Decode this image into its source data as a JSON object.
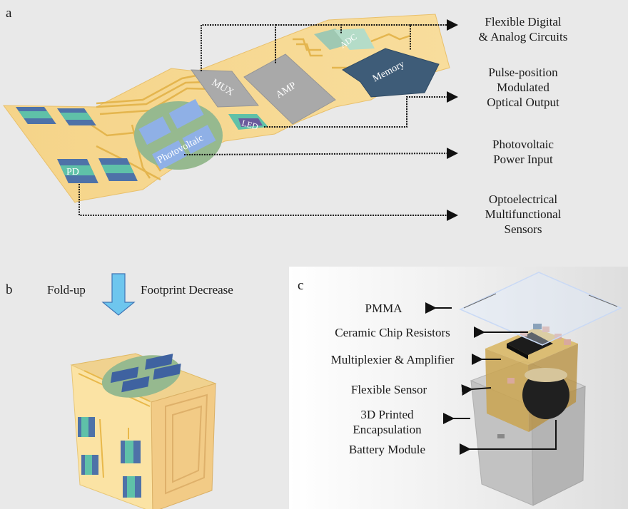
{
  "figure": {
    "panel_a": {
      "letter": "a",
      "chips": {
        "mux": "MUX",
        "amp": "AMP",
        "adc": "ADC",
        "memory": "Memory",
        "led": "LED",
        "photovoltaic": "Photovoltaic",
        "pd": "PD"
      },
      "callouts": [
        {
          "lines": [
            "Flexible Digital",
            "& Analog Circuits"
          ]
        },
        {
          "lines": [
            "Pulse-position",
            "Modulated",
            "Optical Output"
          ]
        },
        {
          "lines": [
            "Photovoltaic",
            "Power Input"
          ]
        },
        {
          "lines": [
            "Optoelectrical",
            "Multifunctional",
            "Sensors"
          ]
        }
      ]
    },
    "panel_b": {
      "letter": "b",
      "left_label": "Fold-up",
      "right_label": "Footprint Decrease"
    },
    "panel_c": {
      "letter": "c",
      "callouts": [
        {
          "lines": [
            "PMMA"
          ]
        },
        {
          "lines": [
            "Ceramic Chip Resistors"
          ]
        },
        {
          "lines": [
            "Multiplexier & Amplifier"
          ]
        },
        {
          "lines": [
            "Flexible Sensor"
          ]
        },
        {
          "lines": [
            "3D Printed",
            "Encapsulation"
          ]
        },
        {
          "lines": [
            "Battery Module"
          ]
        }
      ]
    },
    "colors": {
      "substrate": "#f6d68e",
      "trace": "#e8b84a",
      "chip_gray": "#a8a8a8",
      "adc": "#a9d3be",
      "memory": "#3e5c78",
      "sensor_teal": "#5fc1a8",
      "sensor_blue": "#4e72a8",
      "pv_green": "#96b98f",
      "pv_blue": "#8fb0e6",
      "arrow_blue": "#6ec6ee"
    }
  }
}
